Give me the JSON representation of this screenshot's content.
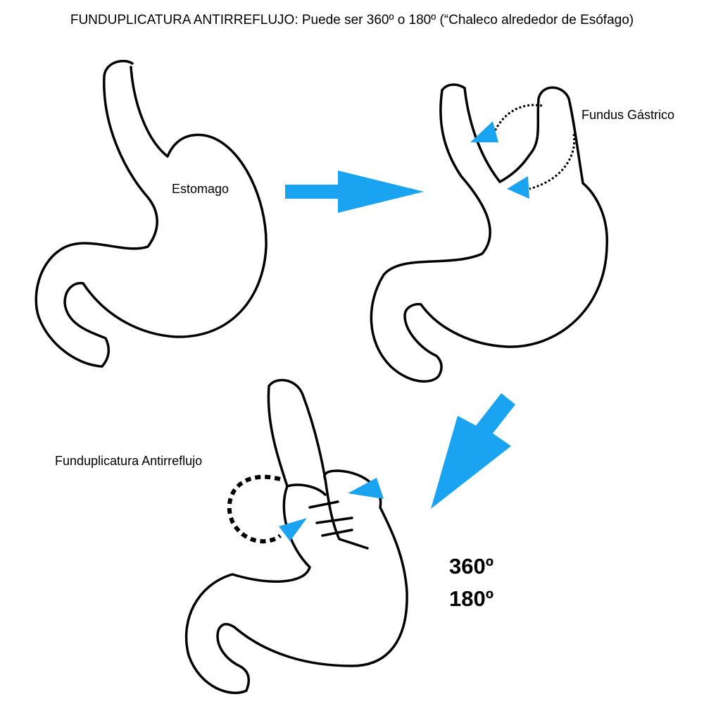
{
  "title": "FUNDUPLICATURA ANTIRREFLUJO: Puede ser 360º  o  180º (“Chaleco alrededor de Esófago)",
  "labels": {
    "stomach": "Estomago",
    "fundus": "Fundus Gástrico",
    "fundoplication": "Funduplicatura Antirreflujo"
  },
  "angles": {
    "full": "360º",
    "partial": "180º"
  },
  "colors": {
    "arrow": "#1aa3f0",
    "outline": "#000000"
  }
}
